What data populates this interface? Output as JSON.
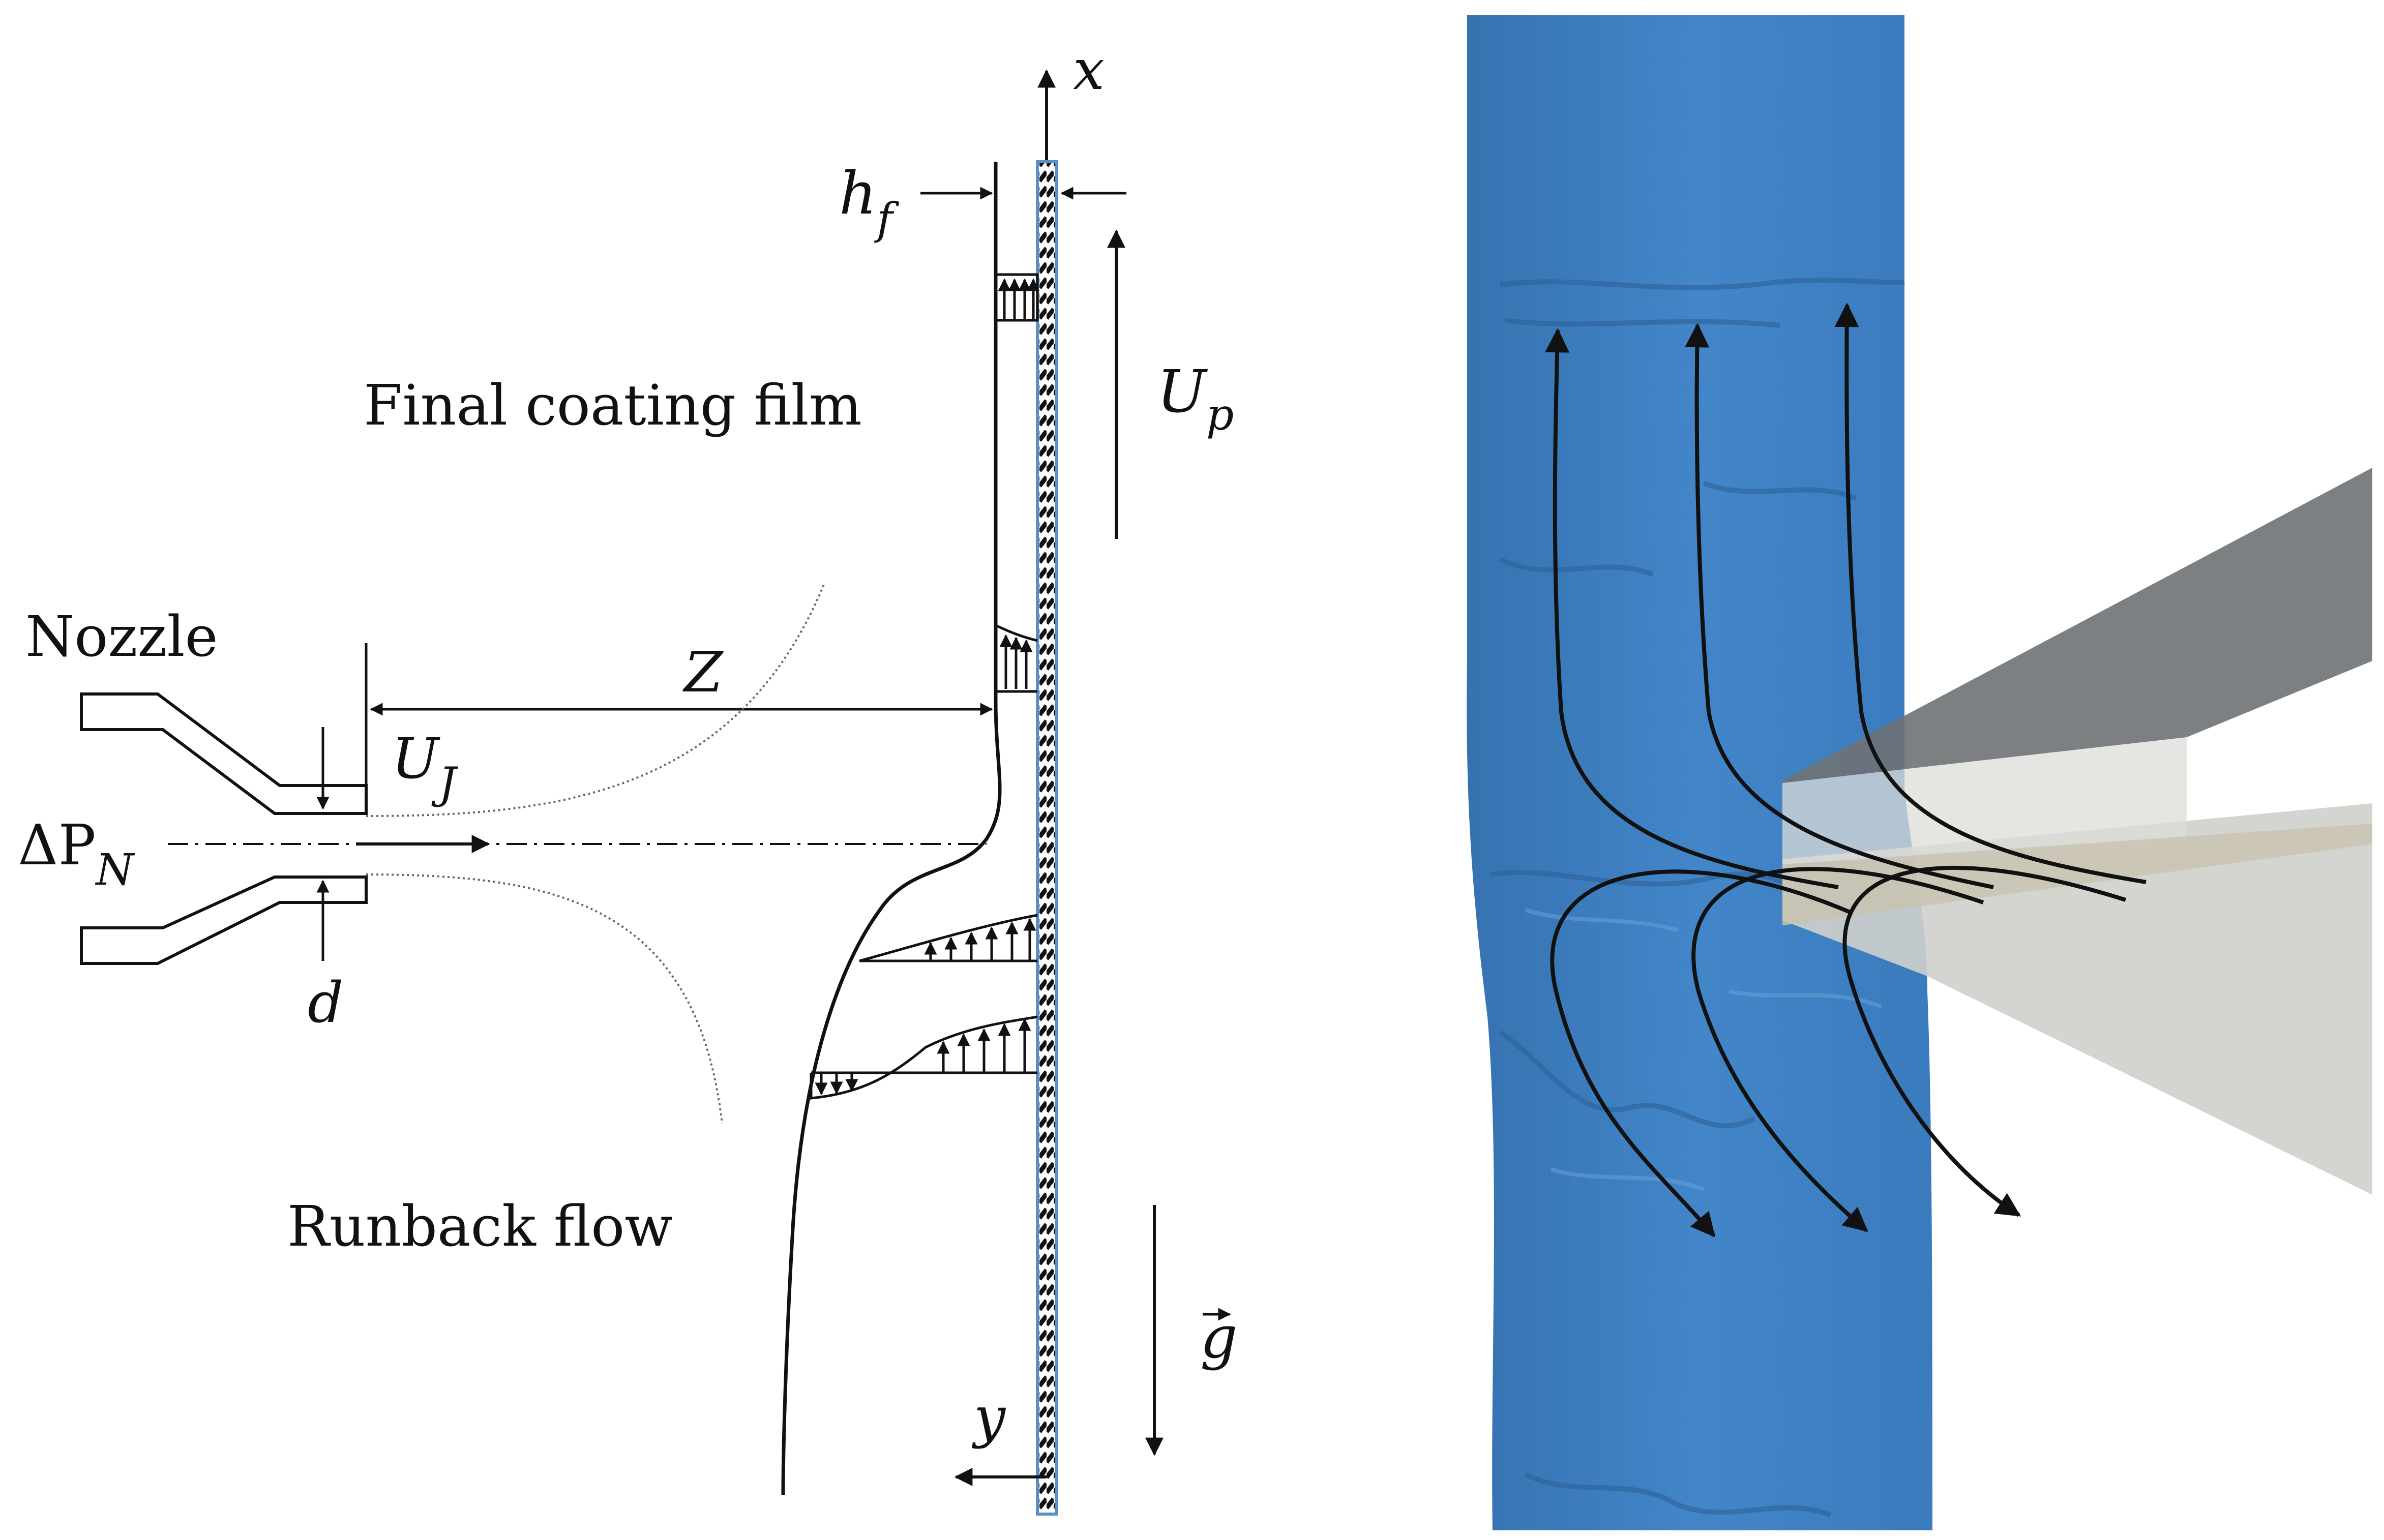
{
  "left_panel": {
    "labels": {
      "x_axis": "x",
      "y_axis": "y",
      "h_f_main": "h",
      "h_f_sub": "f",
      "U_p_main": "U",
      "U_p_sub": "p",
      "final_coating": "Final coating film",
      "nozzle": "Nozzle",
      "Z": "Z",
      "U_J_main": "U",
      "U_J_sub": "J",
      "delta_p_main": "ΔP",
      "delta_p_sub": "N",
      "d": "d",
      "runback": "Runback flow",
      "gravity": "g"
    }
  },
  "right_panel": {
    "colors": {
      "film": "#3d7fc1",
      "film_shadow": "#2f6aa6",
      "nozzle_plate_dark": "#6f7276",
      "nozzle_plate_light": "#cfd0cc",
      "jet_sheet": "#c9c3b2"
    },
    "streamlines_up": 3,
    "streamlines_down": 3
  }
}
